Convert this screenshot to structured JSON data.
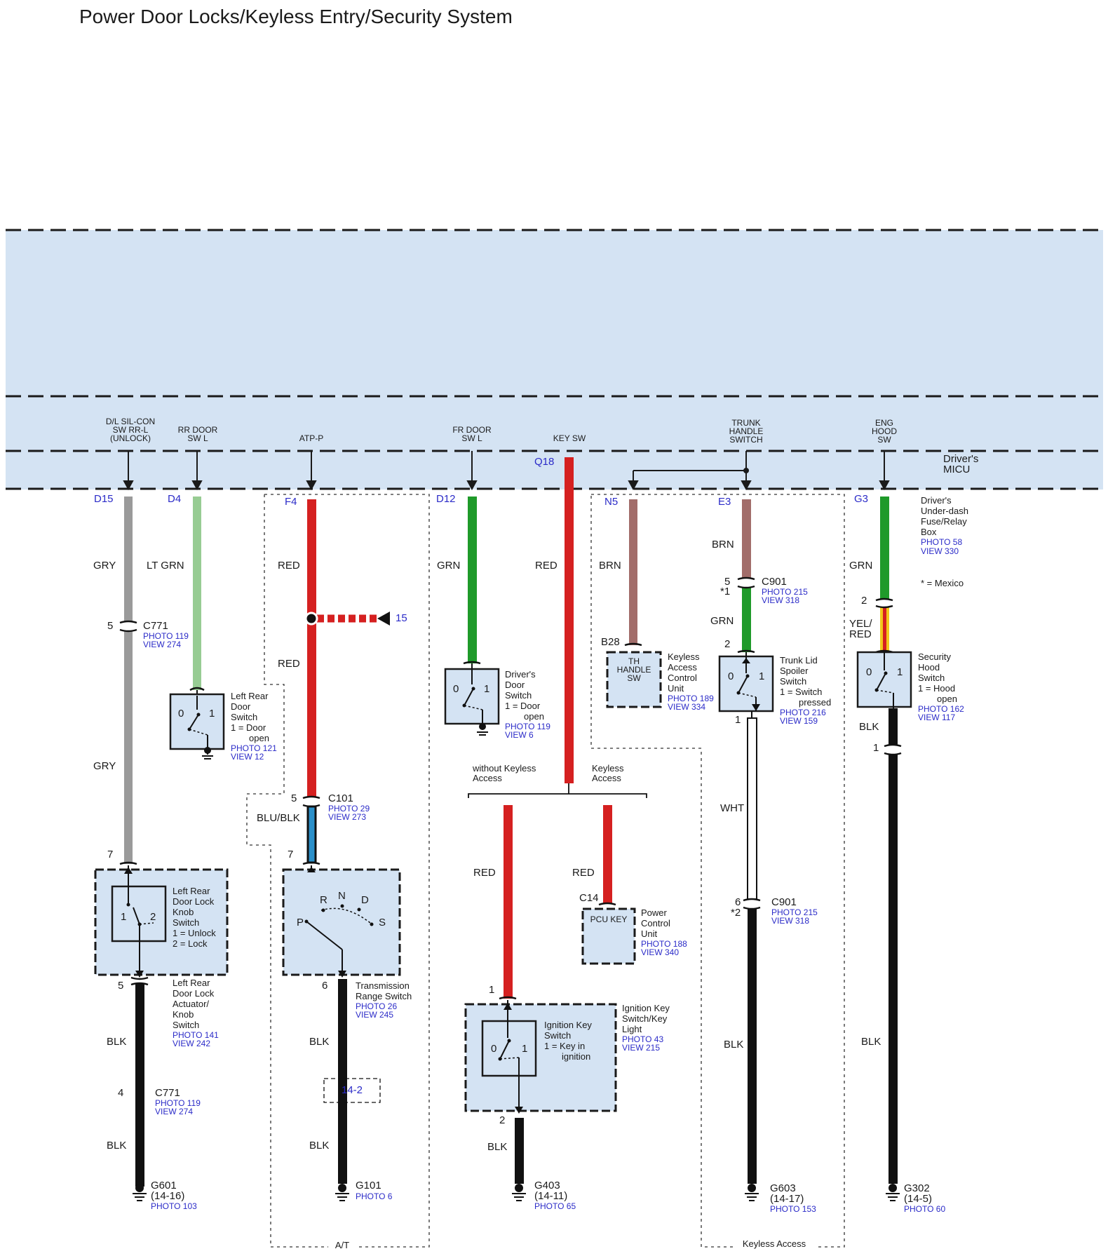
{
  "title": "Power Door Locks/Keyless Entry/Security System",
  "colors": {
    "band": "#d4e3f3",
    "gry": "#9a9a9a",
    "ltgrn": "#97cc93",
    "red": "#d52020",
    "grn": "#1f9a2a",
    "brn": "#a26d6a",
    "blk": "#111111",
    "wht": "#ffffff",
    "blu": "#2a8fc9",
    "yel": "#f2c81b",
    "label_blue": "#2b2bc8"
  },
  "micu": {
    "label_line1": "Driver's",
    "label_line2": "MICU"
  },
  "signals": {
    "dl_sil": [
      "D/L SIL-CON",
      "SW RR-L",
      "(UNLOCK)"
    ],
    "rr_door": [
      "RR DOOR",
      "SW L"
    ],
    "atp_p": [
      "ATP-P"
    ],
    "fr_door": [
      "FR DOOR",
      "SW L"
    ],
    "key_sw": [
      "KEY SW"
    ],
    "trunk": [
      "TRUNK",
      "HANDLE",
      "SWITCH"
    ],
    "eng_hood": [
      "ENG",
      "HOOD",
      "SW"
    ]
  },
  "pins": {
    "d15": "D15",
    "d4": "D4",
    "f4": "F4",
    "d12": "D12",
    "q18": "Q18",
    "n5": "N5",
    "e3": "E3",
    "g3": "G3"
  },
  "fuse_box": {
    "lines": [
      "Driver's",
      "Under-dash",
      "Fuse/Relay",
      "Box"
    ],
    "photo": "PHOTO 58",
    "view": "VIEW 330",
    "note": "* = Mexico"
  },
  "wires": {
    "gry": "GRY",
    "ltgrn": "LT GRN",
    "red": "RED",
    "grn": "GRN",
    "brn": "BRN",
    "blk": "BLK",
    "wht": "WHT",
    "blublk": "BLU/BLK",
    "yelred_1": "YEL/",
    "yelred_2": "RED"
  },
  "connectors": {
    "c771_a": {
      "name": "C771",
      "pin": "5",
      "photo": "PHOTO 119",
      "view": "VIEW 274"
    },
    "c771_b": {
      "name": "C771",
      "pin": "4",
      "photo": "PHOTO 119",
      "view": "VIEW 274"
    },
    "c101": {
      "name": "C101",
      "pin": "5",
      "photo": "PHOTO 29",
      "view": "VIEW 273"
    },
    "c901_a": {
      "name": "C901",
      "pin": "5",
      "star": "*1",
      "photo": "PHOTO 215",
      "view": "VIEW 318"
    },
    "c901_b": {
      "name": "C901",
      "pin": "6",
      "star": "*2",
      "photo": "PHOTO 215",
      "view": "VIEW 318"
    }
  },
  "splice": {
    "ref": "15"
  },
  "section_ref": "14-2",
  "components": {
    "lr_door_switch": {
      "lines": [
        "Left Rear",
        "Door",
        "Switch",
        "1 = Door",
        "open"
      ],
      "photo": "PHOTO 121",
      "view": "VIEW 12"
    },
    "lr_lock_knob": {
      "lines": [
        "Left Rear",
        "Door Lock",
        "Knob",
        "Switch",
        "1 = Unlock",
        "2 = Lock"
      ]
    },
    "lr_actuator": {
      "lines": [
        "Left Rear",
        "Door Lock",
        "Actuator/",
        "Knob",
        "Switch"
      ],
      "photo": "PHOTO 141",
      "view": "VIEW 242"
    },
    "trans_range": {
      "lines": [
        "Transmission",
        "Range Switch"
      ],
      "photo": "PHOTO 26",
      "view": "VIEW 245",
      "positions": [
        "P",
        "R",
        "N",
        "D",
        "S"
      ]
    },
    "driver_door_switch": {
      "lines": [
        "Driver's",
        "Door",
        "Switch",
        "1 = Door",
        "open"
      ],
      "photo": "PHOTO 119",
      "view": "VIEW 6"
    },
    "keyless_cu": {
      "box": [
        "TH",
        "HANDLE",
        "SW"
      ],
      "lines": [
        "Keyless",
        "Access",
        "Control",
        "Unit"
      ],
      "photo": "PHOTO 189",
      "view": "VIEW 334",
      "conn": "B28"
    },
    "trunk_switch": {
      "lines": [
        "Trunk Lid",
        "Spoiler",
        "Switch",
        "1 = Switch",
        "pressed"
      ],
      "photo": "PHOTO 216",
      "view": "VIEW 159"
    },
    "hood_switch": {
      "lines": [
        "Security",
        "Hood",
        "Switch",
        "1 = Hood",
        "open"
      ],
      "photo": "PHOTO 162",
      "view": "VIEW 117"
    },
    "pcu": {
      "box": "PCU KEY",
      "lines": [
        "Power",
        "Control",
        "Unit"
      ],
      "photo": "PHOTO 188",
      "view": "VIEW 340",
      "conn": "C14"
    },
    "ign_light": {
      "lines": [
        "Ignition Key",
        "Switch/Key",
        "Light"
      ],
      "photo": "PHOTO 43",
      "view": "VIEW 215"
    },
    "ign_switch": {
      "lines": [
        "Ignition Key",
        "Switch",
        "1 = Key in",
        "ignition"
      ]
    }
  },
  "branches": {
    "without": [
      "without Keyless",
      "Access"
    ],
    "with": [
      "Keyless",
      "Access"
    ]
  },
  "grounds": {
    "g601": {
      "name": "G601",
      "ref": "(14-16)",
      "photo": "PHOTO 103"
    },
    "g101": {
      "name": "G101",
      "photo": "PHOTO 6"
    },
    "g403": {
      "name": "G403",
      "ref": "(14-11)",
      "photo": "PHOTO 65"
    },
    "g603": {
      "name": "G603",
      "ref": "(14-17)",
      "photo": "PHOTO 153"
    },
    "g302": {
      "name": "G302",
      "ref": "(14-5)",
      "photo": "PHOTO 60"
    }
  },
  "group_labels": {
    "at": "A/T",
    "keyless": "Keyless Access"
  },
  "pin_numbers": {
    "p7a": "7",
    "p5a": "5",
    "p7b": "7",
    "p6a": "6",
    "p1a": "1",
    "p2a": "2",
    "p2b": "2",
    "p1b": "1",
    "p2c": "2",
    "p1c": "1",
    "sw0": "0",
    "sw1": "1",
    "sw2": "2"
  }
}
